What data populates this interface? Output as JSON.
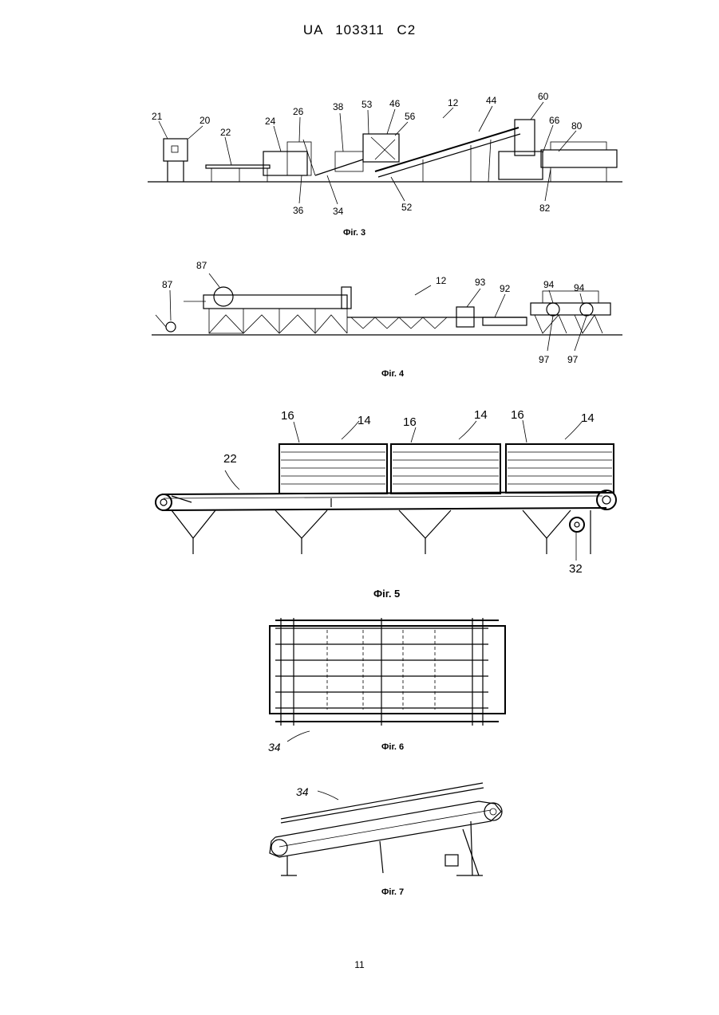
{
  "header": {
    "doc_code": "UA   103311   C2"
  },
  "figures": [
    {
      "caption": "Фіг. 3",
      "labels": [
        "21",
        "20",
        "22",
        "24",
        "26",
        "38",
        "53",
        "46",
        "56",
        "12",
        "44",
        "60",
        "66",
        "80",
        "36",
        "34",
        "52",
        "82"
      ]
    },
    {
      "caption": "Фіг. 4",
      "labels": [
        "87",
        "87",
        "12",
        "93",
        "92",
        "94",
        "94",
        "97",
        "97"
      ]
    },
    {
      "caption": "Фіг. 5",
      "labels": [
        "16",
        "14",
        "16",
        "14",
        "16",
        "14",
        "22",
        "32"
      ]
    },
    {
      "caption": "Фіг. 6",
      "labels": [
        "34"
      ]
    },
    {
      "caption": "Фіг. 7",
      "labels": [
        "34"
      ]
    }
  ],
  "page_number": "11"
}
